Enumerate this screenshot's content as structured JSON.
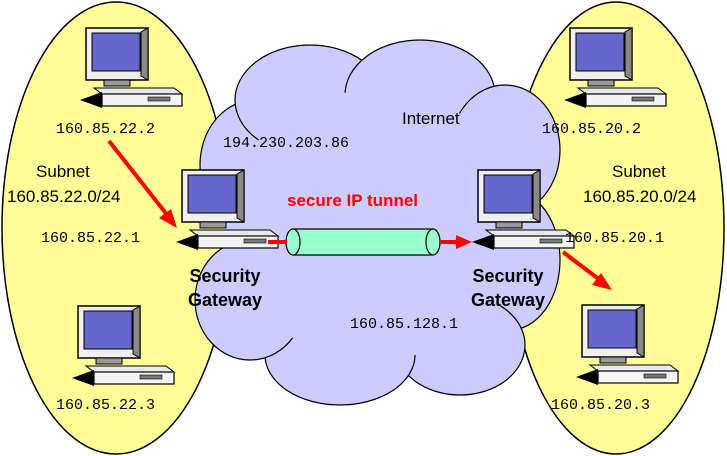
{
  "internet": {
    "label": "Internet",
    "gateway_ip": "194.230.203.86",
    "tunnel_ip": "160.85.128.1"
  },
  "tunnel": {
    "label": "secure IP tunnel"
  },
  "left_subnet": {
    "title": "Subnet",
    "address": "160.85.22.0/24",
    "host_top": "160.85.22.2",
    "gateway_ip": "160.85.22.1",
    "host_bottom": "160.85.22.3",
    "gateway_label_1": "Security",
    "gateway_label_2": "Gateway"
  },
  "right_subnet": {
    "title": "Subnet",
    "address": "160.85.20.0/24",
    "host_top": "160.85.20.2",
    "gateway_ip": "160.85.20.1",
    "host_bottom": "160.85.20.3",
    "gateway_label_1": "Security",
    "gateway_label_2": "Gateway"
  },
  "colors": {
    "subnet_fill": "#ffff99",
    "cloud_fill": "#ccccff",
    "tunnel_fill": "#99ffcc",
    "arrow": "#ff0000",
    "monitor_screen": "#6666cc"
  }
}
